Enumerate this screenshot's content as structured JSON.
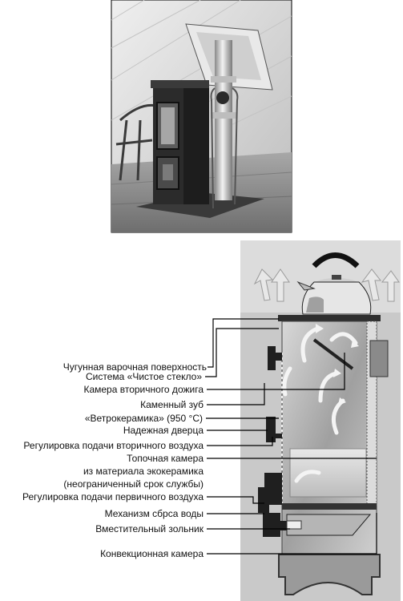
{
  "photo": {
    "subject_icon": "stove-photo",
    "palette": {
      "wall": "#d9d9d9",
      "floor": "#8d8d8d",
      "stove": "#2a2a2a",
      "pipe": "#cfcfcf"
    }
  },
  "diagram": {
    "labels": [
      {
        "id": "cast-iron-surface",
        "text": "Чугунная варочная поверхность"
      },
      {
        "id": "clean-glass",
        "text": "Система «Чистое стекло»"
      },
      {
        "id": "secondary-chamber",
        "text": "Камера вторичного дожига"
      },
      {
        "id": "stone-tooth",
        "text": "Каменный зуб"
      },
      {
        "id": "glass-ceramic",
        "text": "«Ветрокерамика» (950 °С)"
      },
      {
        "id": "reliable-door",
        "text": "Надежная дверца"
      },
      {
        "id": "secondary-air",
        "text": "Регулировка подачи вторичного воздуха"
      },
      {
        "id": "firebox",
        "text": "Топочная камера"
      },
      {
        "id": "firebox-material-1",
        "text": "из материала экокерамика"
      },
      {
        "id": "firebox-material-2",
        "text": "(неограниченный срок службы)"
      },
      {
        "id": "primary-air",
        "text": "Регулировка подачи первичного воздуха"
      },
      {
        "id": "water-drain",
        "text": "Механизм сбрса воды"
      },
      {
        "id": "ash-pan",
        "text": "Вместительный зольник"
      },
      {
        "id": "convection",
        "text": "Конвекционная камера"
      }
    ],
    "colors": {
      "line": "#000000",
      "steam": "#e6e6e6",
      "body": "#9a9a9a"
    }
  }
}
